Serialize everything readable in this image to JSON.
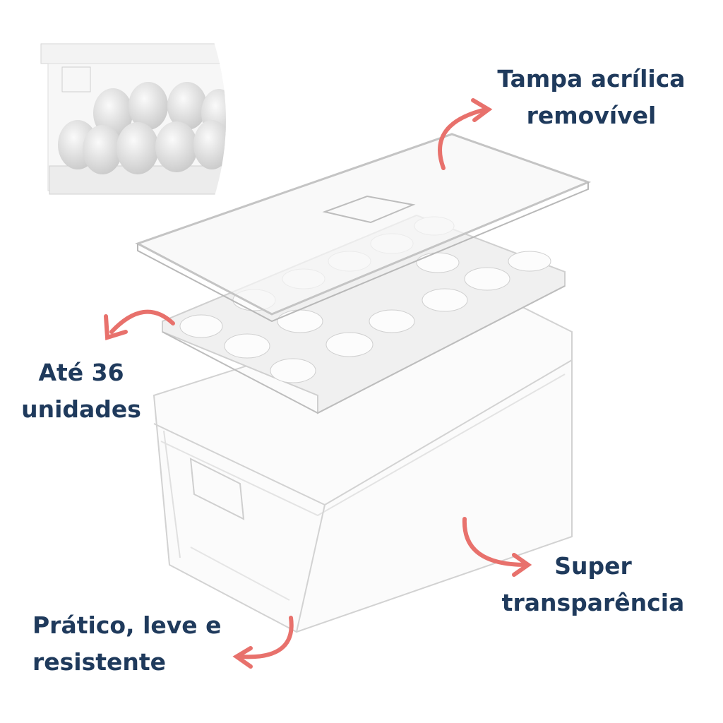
{
  "labels": {
    "lid": {
      "line1": "Tampa acrílica",
      "line2": "removível"
    },
    "capacity": {
      "line1": "Até 36",
      "line2": "unidades"
    },
    "transparency": {
      "line1": "Super",
      "line2": "transparência"
    },
    "durability": {
      "line1": "Prático, leve e",
      "line2": "resistente"
    }
  },
  "colors": {
    "text": "#1f3a5c",
    "arrow": "#e8716c"
  }
}
